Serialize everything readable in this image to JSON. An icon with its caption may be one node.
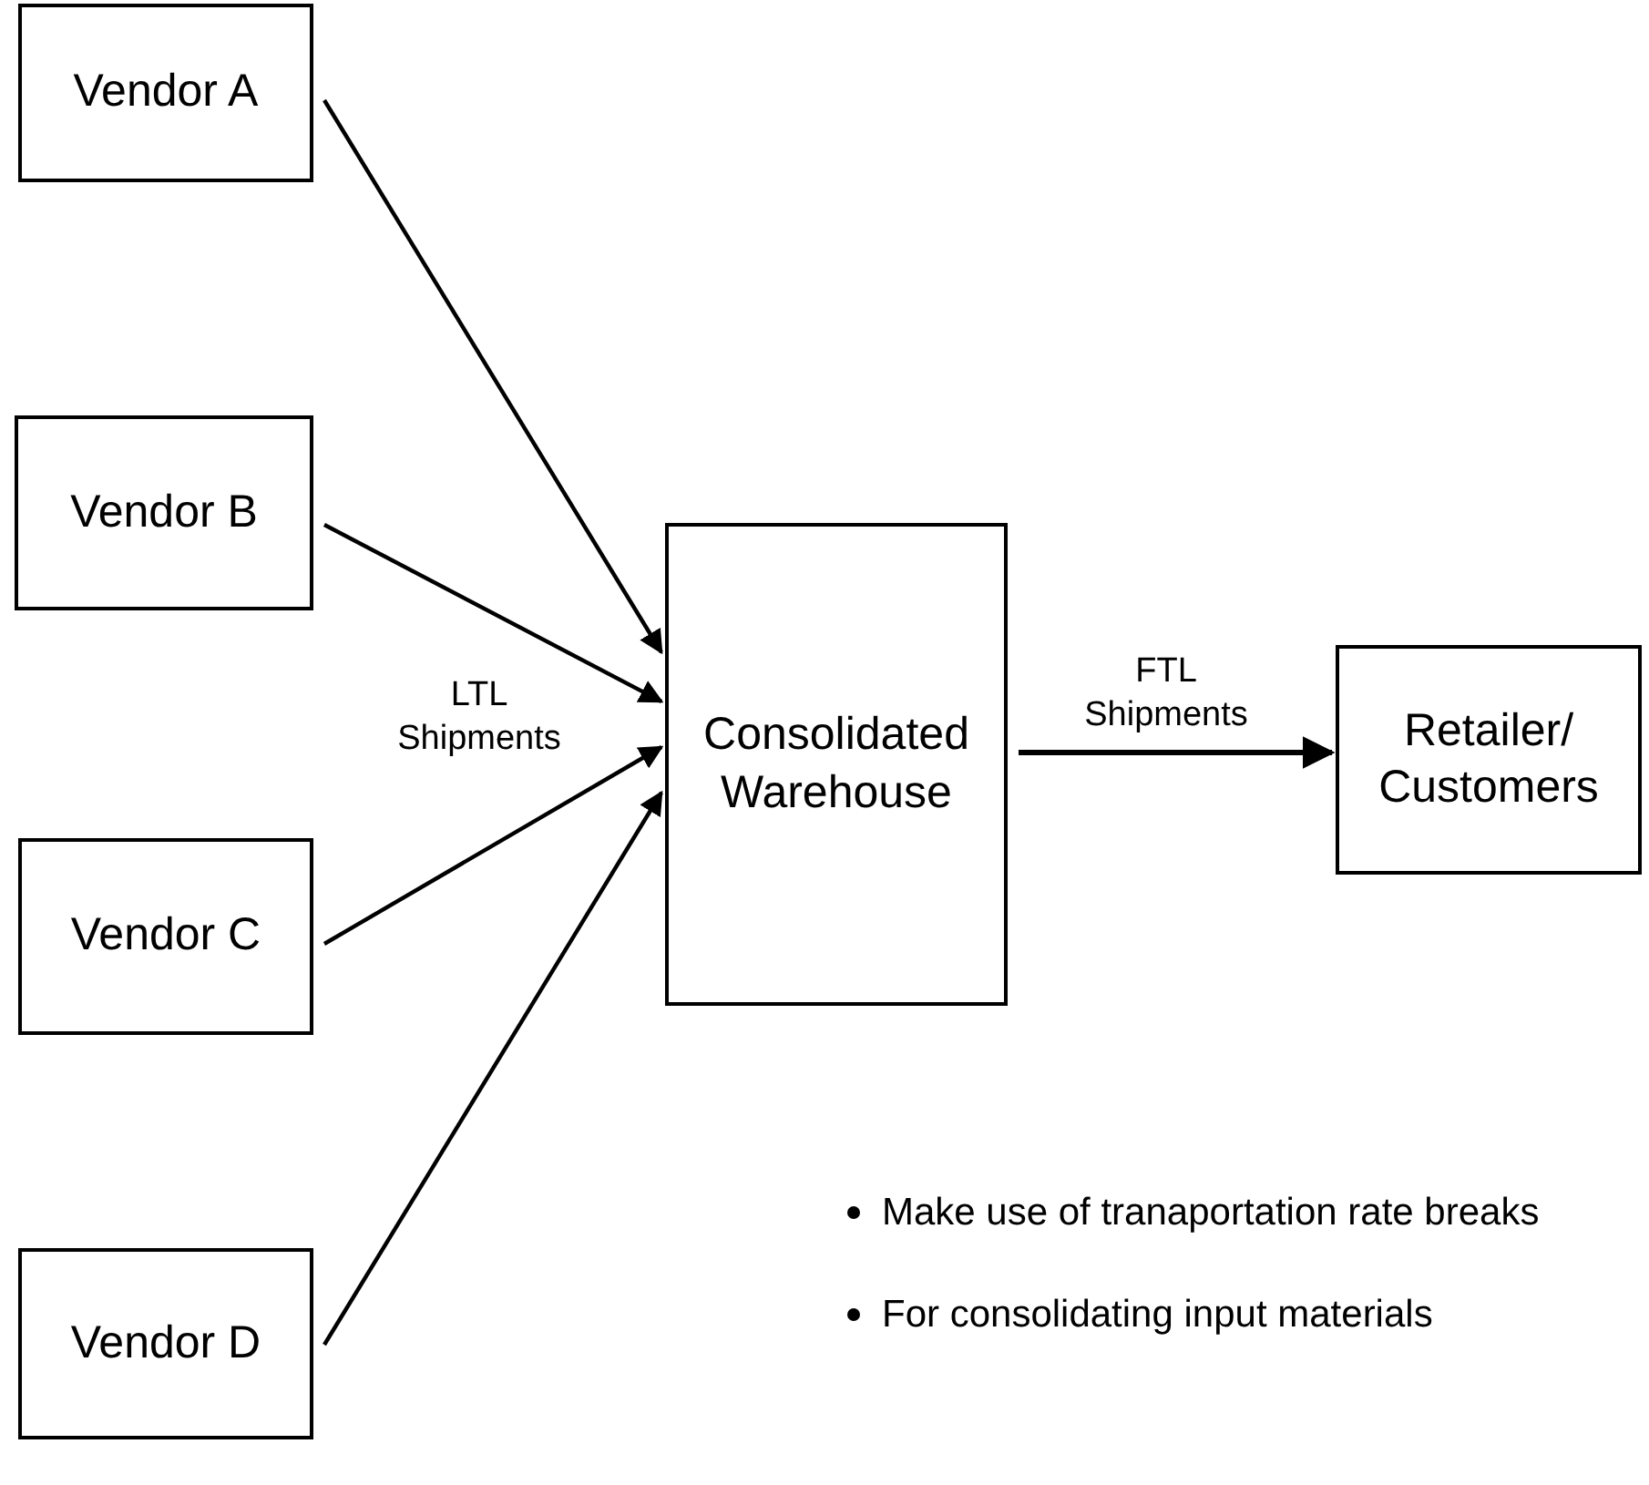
{
  "diagram": {
    "nodes": [
      {
        "text": [
          "Vendor A"
        ]
      },
      {
        "text": [
          "Vendor B"
        ]
      },
      {
        "text": [
          "Vendor C"
        ]
      },
      {
        "text": [
          "Vendor D"
        ]
      },
      {
        "text": [
          "Consolidated Warehouse"
        ]
      },
      {
        "text": [
          "Retailer/ Customers"
        ]
      }
    ],
    "edges": [
      {
        "from": 0,
        "to": 4,
        "arrow": "to"
      },
      {
        "from": 1,
        "to": 4,
        "arrow": "to"
      },
      {
        "from": 2,
        "to": 4,
        "arrow": "to"
      },
      {
        "from": 3,
        "to": 4,
        "arrow": "to"
      },
      {
        "from": 4,
        "to": 5,
        "arrow": "to",
        "label": "FTL Shipments"
      }
    ],
    "labels": [
      "LTL Shipments",
      "Make use of tranaportation rate breaks",
      "For consolidating input materials"
    ]
  }
}
